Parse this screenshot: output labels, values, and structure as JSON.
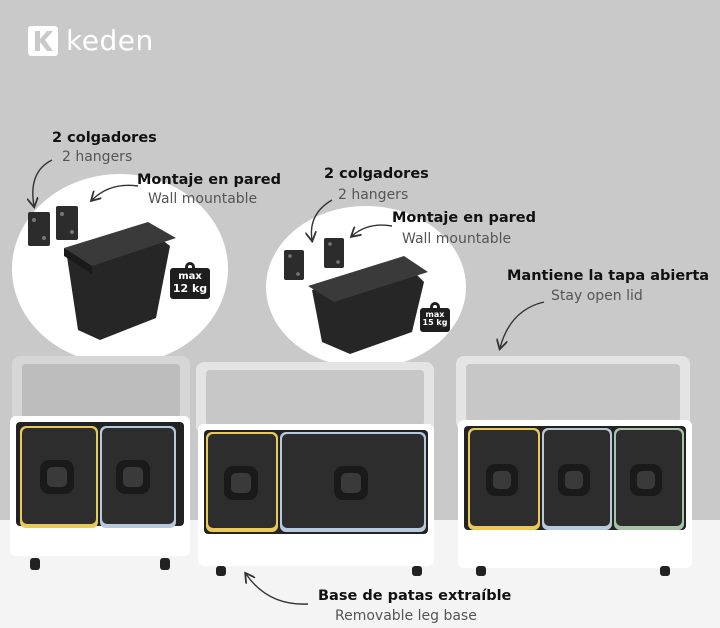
{
  "brand": {
    "name": "keden",
    "logo_icon": "k-logo-icon"
  },
  "colors": {
    "background": "#c9c9c9",
    "floor": "#f4f4f4",
    "bin_body": "#ffffff",
    "lid_inner": "#dcdcdc",
    "bucket": "#2b2b2b",
    "yellow_rim": "#e8c95a",
    "blue_rim": "#b7c9dc",
    "text_primary": "#111111",
    "text_secondary": "#555555"
  },
  "callouts": {
    "hangers_left": {
      "es": "2 colgadores",
      "en": "2 hangers"
    },
    "wall_left": {
      "es": "Montaje en pared",
      "en": "Wall mountable"
    },
    "hangers_center": {
      "es": "2 colgadores",
      "en": "2 hangers"
    },
    "wall_center": {
      "es": "Montaje en pared",
      "en": "Wall mountable"
    },
    "lid": {
      "es": "Mantiene la tapa abierta",
      "en": "Stay open lid"
    },
    "base": {
      "es": "Base de patas extraíble",
      "en": "Removable leg base"
    }
  },
  "weights": {
    "left": {
      "label": "max",
      "value": "12 kg"
    },
    "center": {
      "label": "max",
      "value": "15 kg"
    }
  }
}
